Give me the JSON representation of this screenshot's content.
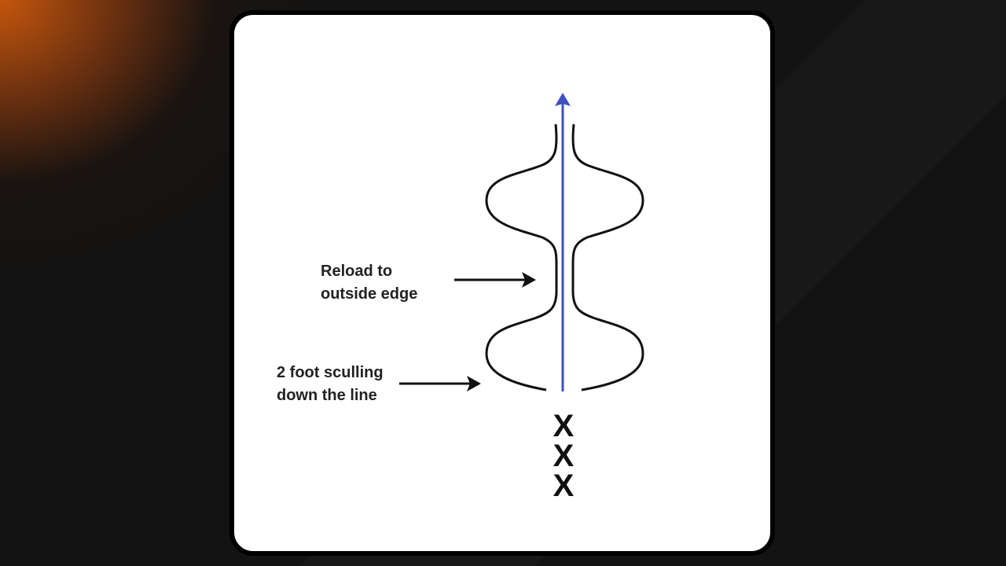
{
  "labels": {
    "reload": [
      "Reload to",
      "outside edge"
    ],
    "sculling": [
      "2 foot sculling",
      "down the line"
    ]
  },
  "markers": [
    "X",
    "X",
    "X"
  ],
  "colors": {
    "path_arrow": "#3f4fc4",
    "curve": "#111111",
    "background": "#131313",
    "accent": "#c4560c"
  }
}
